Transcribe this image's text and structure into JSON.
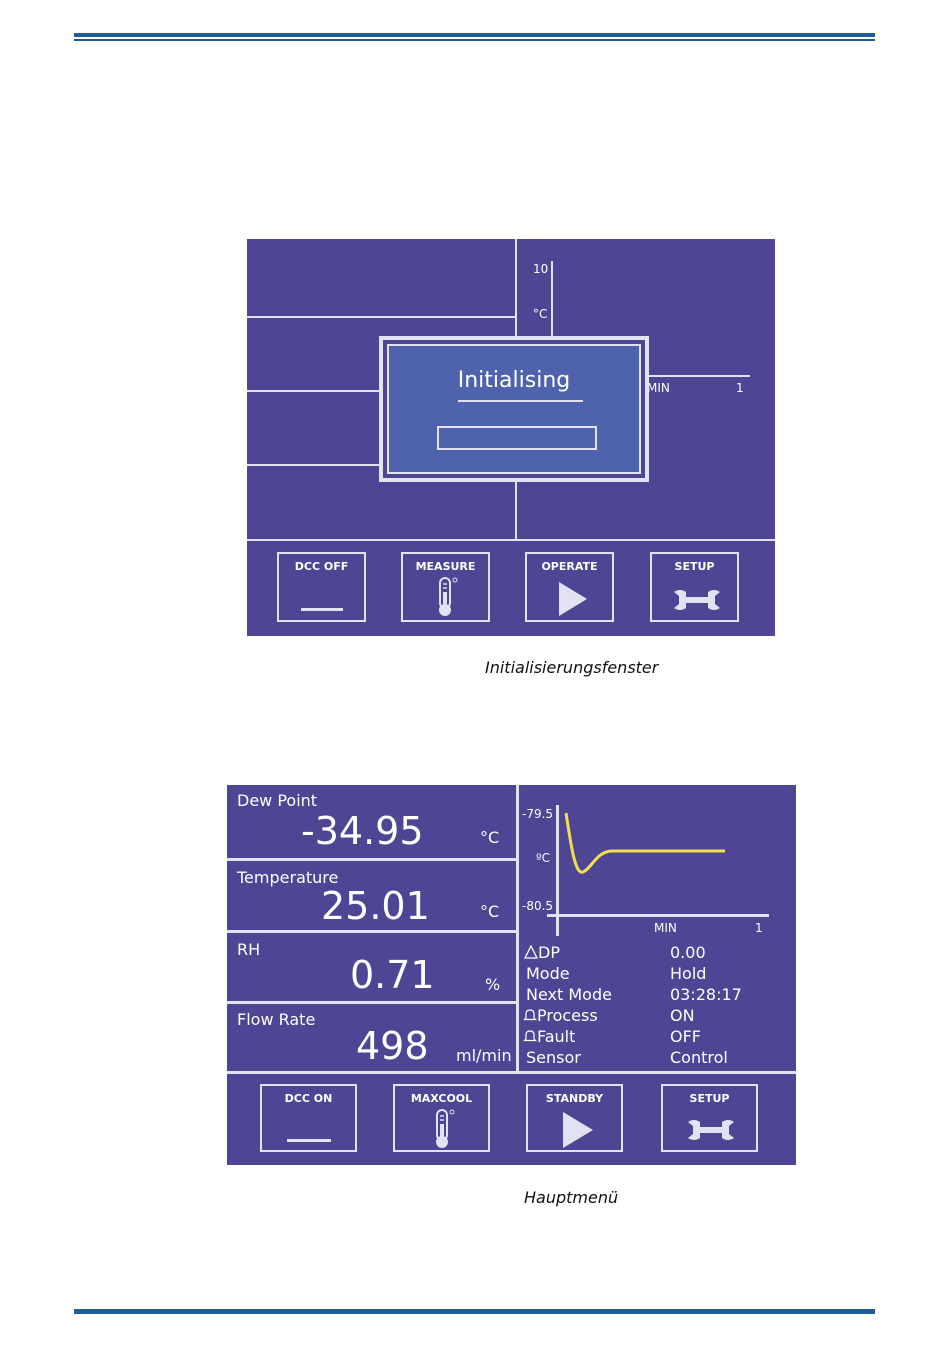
{
  "init_screen": {
    "graph": {
      "y_top": "10",
      "y_unit": "°C",
      "x_unit": "MIN",
      "x_end": "1"
    },
    "dialog": {
      "title": "Initialising"
    },
    "buttons": [
      {
        "label": "DCC OFF",
        "icon": "dash-icon"
      },
      {
        "label": "MEASURE",
        "icon": "thermometer-icon"
      },
      {
        "label": "OPERATE",
        "icon": "play-icon"
      },
      {
        "label": "SETUP",
        "icon": "wrench-icon"
      }
    ],
    "caption": "Initialisierungsfenster"
  },
  "main_screen": {
    "readings": [
      {
        "label": "Dew Point",
        "value": "-34.95",
        "unit": "°C"
      },
      {
        "label": "Temperature",
        "value": "25.01",
        "unit": "°C"
      },
      {
        "label": "RH",
        "value": "0.71",
        "unit": "%"
      },
      {
        "label": "Flow Rate",
        "value": "498",
        "unit": "ml/min"
      }
    ],
    "graph": {
      "y_top": "-79.5",
      "y_unit": "ºC",
      "y_bottom": "-80.5",
      "x_unit": "MIN",
      "x_end": "1",
      "trace_color": "#f2df4e"
    },
    "status": [
      {
        "label": "DP",
        "value": "0.00",
        "icon": "delta-icon"
      },
      {
        "label": "Mode",
        "value": "Hold"
      },
      {
        "label": "Next Mode",
        "value": "03:28:17"
      },
      {
        "label": "Process",
        "value": "ON",
        "icon": "bell-icon"
      },
      {
        "label": "Fault",
        "value": "OFF",
        "icon": "bell-icon"
      },
      {
        "label": "Sensor",
        "value": "Control"
      }
    ],
    "buttons": [
      {
        "label": "DCC ON",
        "icon": "dash-icon"
      },
      {
        "label": "MAXCOOL",
        "icon": "thermometer-icon"
      },
      {
        "label": "STANDBY",
        "icon": "play-icon"
      },
      {
        "label": "SETUP",
        "icon": "wrench-icon"
      }
    ],
    "caption": "Hauptmenü"
  },
  "colors": {
    "screen_bg": "#4e4594",
    "dialog_bg": "#4e63ab",
    "line": "#e3e2f2",
    "rule": "#1f5c96",
    "trace": "#f2df4e"
  }
}
